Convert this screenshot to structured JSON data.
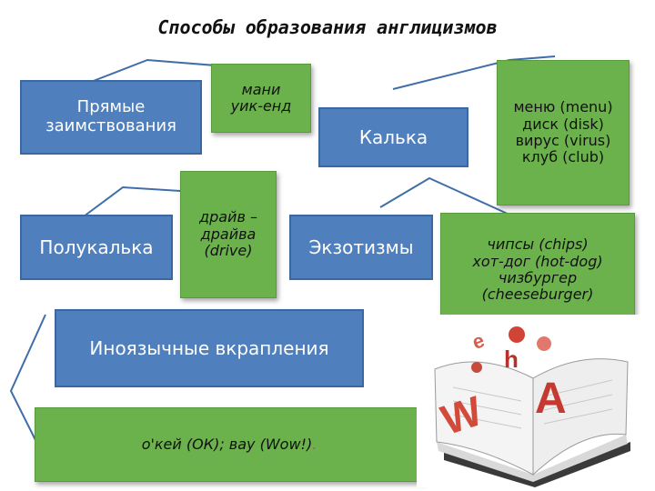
{
  "title": "Способы образования англицизмов",
  "boxes": {
    "direct_borrowing": "Прямые\nзаимствования",
    "money_weekend": "мани\nуик-енд",
    "calque": "Калька",
    "menu_examples": "меню (menu)\nдиск (disk)\nвирус (virus)\nклуб (club)",
    "semi_calque": "Полукалька",
    "drive_examples": "драйв –\nдрайва\n(drive)",
    "exoticisms": "Экзотизмы",
    "chips_examples": "чипсы (chips)\nхот-дог (hot-dog)\nчизбургер\n(cheeseburger)",
    "foreign_inclusions": "Иноязычные вкрапления",
    "ok_wow_examples": "о'кей (ОК);  вау (Wow!)",
    "trailing_dot": "."
  },
  "colors": {
    "blue_box": "#4f7fbd",
    "green_box": "#6cb24c"
  },
  "book_letters": [
    "W",
    "A",
    "h",
    "e"
  ]
}
